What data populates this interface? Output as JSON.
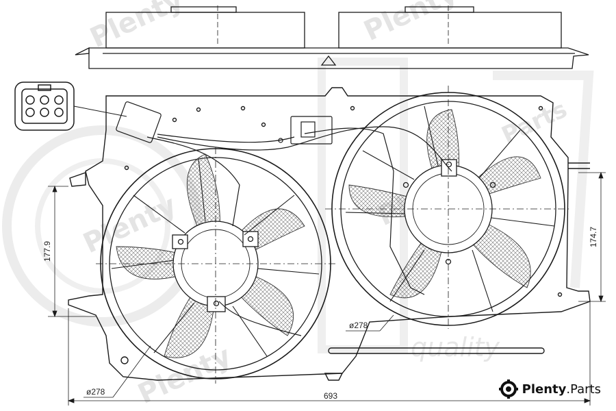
{
  "diagram": {
    "dimensions": {
      "width": "693",
      "left_height": "177.9",
      "right_height": "174.7",
      "left_fan_diameter": "ø278",
      "right_fan_diameter": "ø278"
    },
    "watermark": {
      "brand_repeat": "Plenty",
      "parts_repeat": "Parts",
      "quality": "quality"
    },
    "brand": {
      "name": "Plenty",
      "suffix": ".Parts",
      "logo_icon": "gear-logo-icon"
    },
    "colors": {
      "line": "#1a1a1a",
      "watermark": "#e4e4e4",
      "mesh": "#777777"
    }
  }
}
